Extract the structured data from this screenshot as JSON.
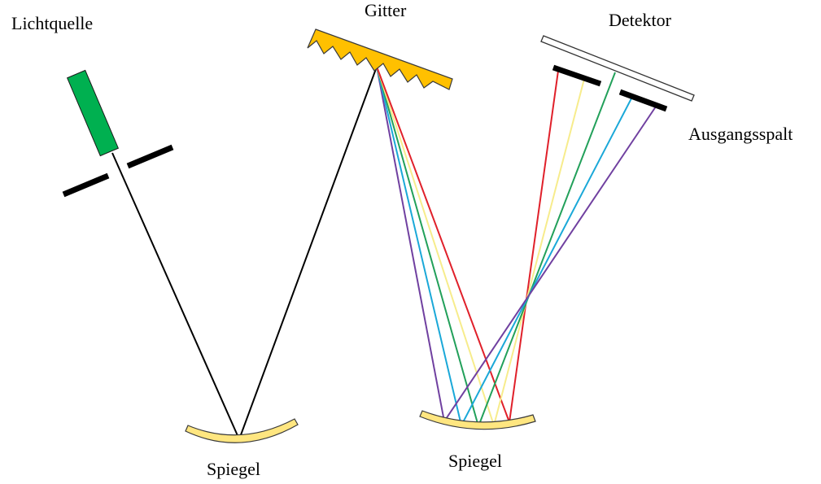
{
  "labels": {
    "light_source": "Lichtquelle",
    "grating": "Gitter",
    "detector": "Detektor",
    "exit_slit": "Ausgangsspalt",
    "mirror_left": "Spiegel",
    "mirror_right": "Spiegel"
  },
  "colors": {
    "light_source": "#00b050",
    "grating": "#ffc000",
    "mirror": "#ffe680",
    "slit": "#000000",
    "beam": "#000000",
    "detector_fill": "#ffffff",
    "rays": {
      "red": "#e0202a",
      "yellow": "#f7ec8c",
      "green": "#22a05a",
      "blue": "#1aa8d8",
      "violet": "#7040a0"
    }
  }
}
